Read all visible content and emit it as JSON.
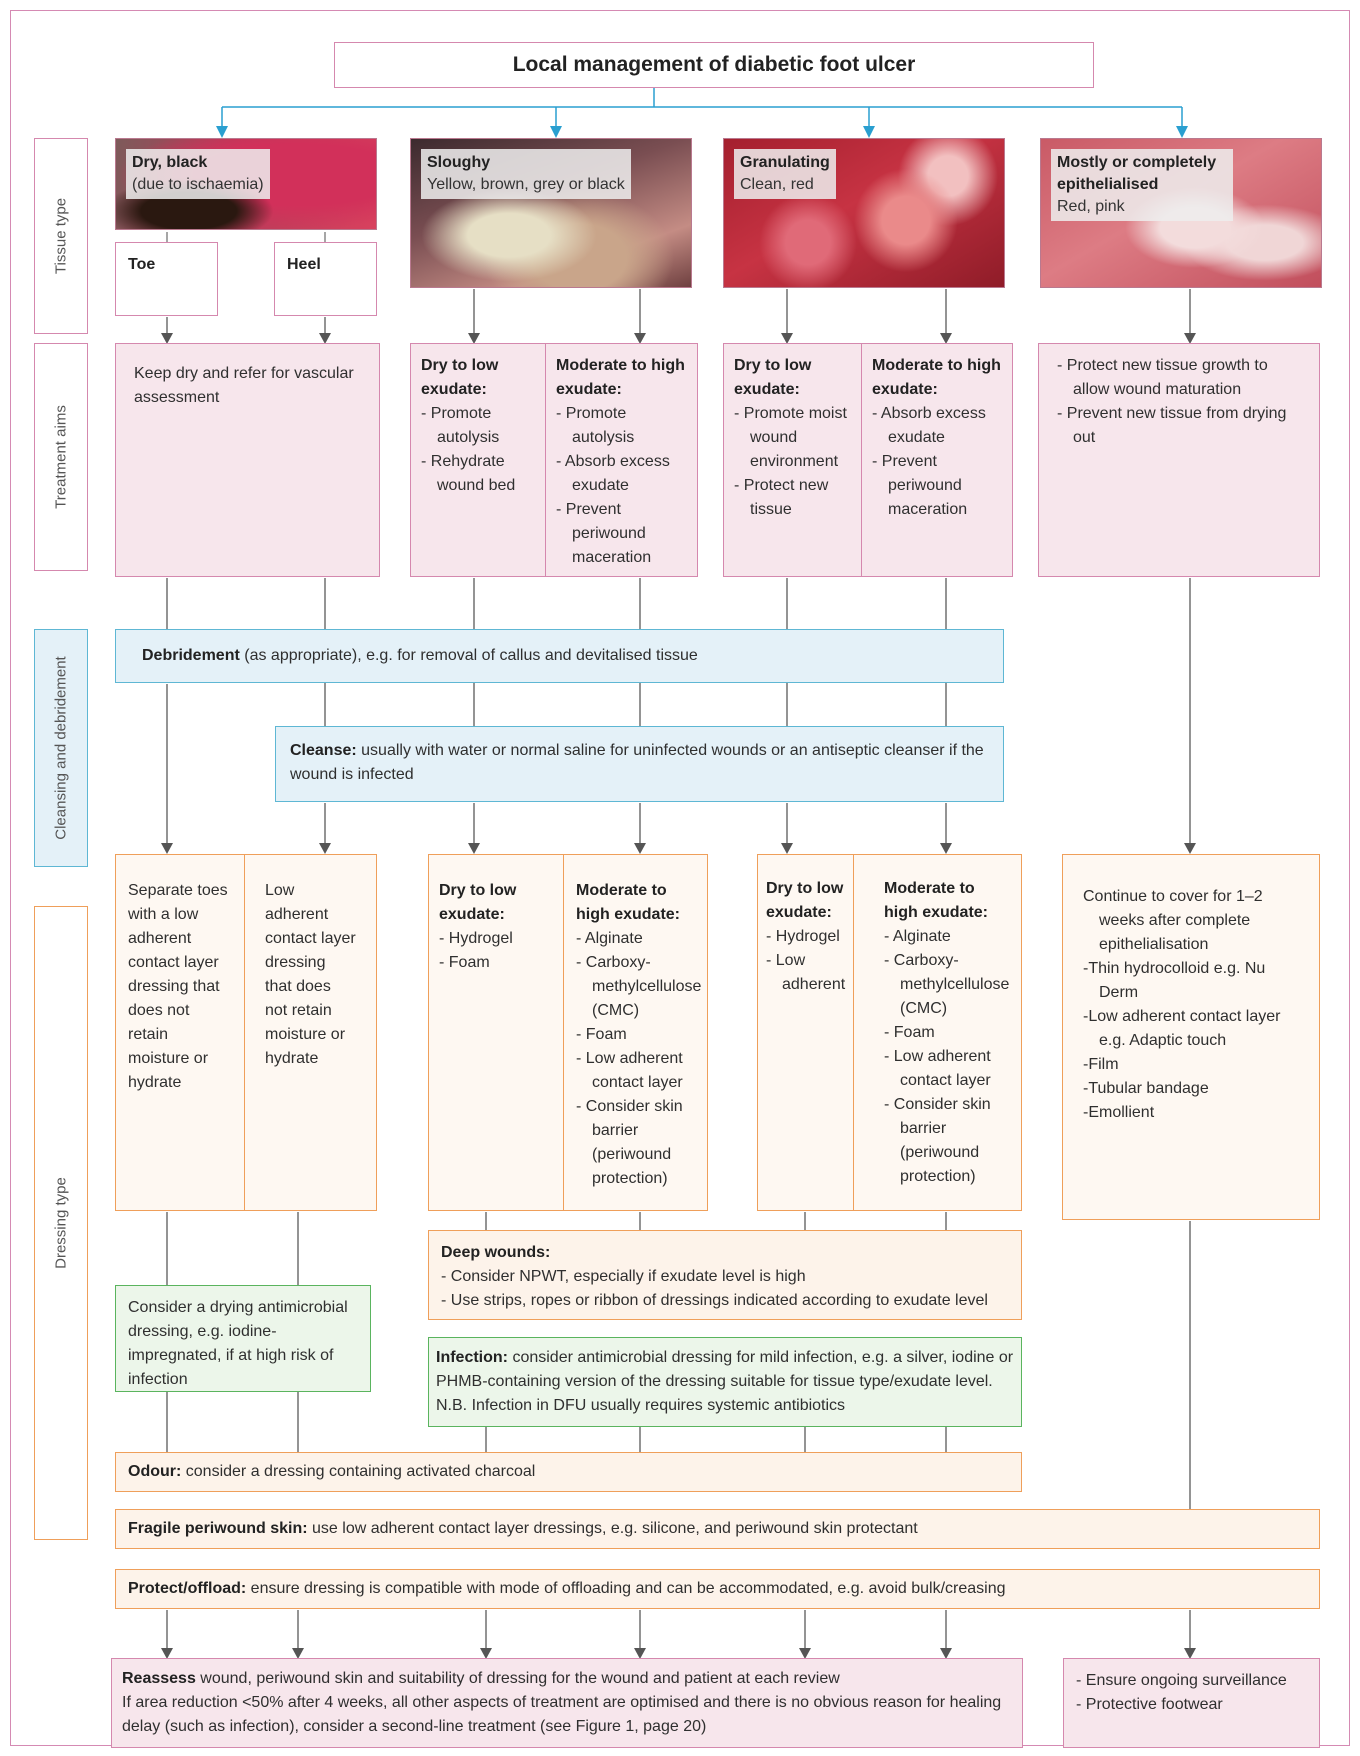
{
  "title": "Local management of diabetic foot ulcer",
  "row_labels": {
    "tissue": "Tissue type",
    "aims": "Treatment aims",
    "cleansing": "Cleansing and debridement",
    "dressing": "Dressing type"
  },
  "tissue": {
    "dry": {
      "title": "Dry, black",
      "sub": "(due to ischaemia)",
      "toe": "Toe",
      "heel": "Heel"
    },
    "sloughy": {
      "title": "Sloughy",
      "sub": "Yellow, brown, grey or black"
    },
    "granulating": {
      "title": "Granulating",
      "sub": "Clean, red"
    },
    "epithelialised": {
      "title": "Mostly or completely epithelialised",
      "sub": "Red, pink"
    }
  },
  "aims": {
    "dry": "Keep dry and refer for vascular assessment",
    "sloughy": {
      "low_head": "Dry to low exudate:",
      "low_items": [
        "- Promote autolysis",
        "- Rehydrate wound bed"
      ],
      "high_head": "Moderate to high exudate:",
      "high_items": [
        "- Promote autolysis",
        "- Absorb excess exudate",
        "- Prevent periwound maceration"
      ]
    },
    "granulating": {
      "low_head": "Dry to low exudate:",
      "low_items": [
        "- Promote moist wound environment",
        "- Protect new tissue"
      ],
      "high_head": "Moderate to high exudate:",
      "high_items": [
        "- Absorb excess exudate",
        "- Prevent periwound maceration"
      ]
    },
    "epithelialised": [
      "- Protect new tissue growth to allow wound maturation",
      "- Prevent new tissue from drying out"
    ]
  },
  "debridement": {
    "bold": "Debridement",
    "text": " (as appropriate), e.g. for removal of callus and devitalised tissue"
  },
  "cleanse": {
    "bold": "Cleanse:",
    "text": " usually with water or normal saline for uninfected wounds or an antiseptic cleanser if the wound is infected"
  },
  "dressing": {
    "toe": "Separate toes with a low adherent contact layer dressing that does not retain moisture or hydrate",
    "heel": "Low adherent contact layer dressing that does not retain moisture or hydrate",
    "sloughy": {
      "low_head": "Dry to low exudate:",
      "low_items": [
        "- Hydrogel",
        "- Foam"
      ],
      "high_head": "Moderate to high exudate:",
      "high_items": [
        "- Alginate",
        "- Carboxy-methylcellulose (CMC)",
        "- Foam",
        "- Low adherent contact layer",
        "- Consider skin barrier (periwound protection)"
      ]
    },
    "granulating": {
      "low_head": "Dry to low exudate:",
      "low_items": [
        "- Hydrogel",
        "- Low adherent"
      ],
      "high_head": "Moderate to high exudate:",
      "high_items": [
        "- Alginate",
        "- Carboxy-methylcellulose (CMC)",
        "- Foam",
        "- Low adherent contact layer",
        "- Consider skin barrier (periwound protection)"
      ]
    },
    "epithelialised": [
      "Continue to cover for 1–2 weeks after complete epithelialisation",
      "-Thin hydrocolloid e.g. Nu Derm",
      "-Low adherent contact layer e.g. Adaptic touch",
      "-Film",
      "-Tubular bandage",
      "-Emollient"
    ]
  },
  "drying": "Consider a drying antimicrobial dressing, e.g. iodine-impregnated, if at high risk of infection",
  "deep": {
    "bold": "Deep wounds:",
    "items": [
      "- Consider NPWT, especially if exudate level is high",
      "- Use strips, ropes or ribbon of dressings indicated according to exudate level"
    ]
  },
  "infection": {
    "bold": "Infection:",
    "text": " consider antimicrobial dressing for mild infection, e.g. a silver, iodine or PHMB-containing version of the dressing suitable for tissue type/exudate level. N.B. Infection in DFU usually requires systemic antibiotics"
  },
  "odour": {
    "bold": "Odour:",
    "text": " consider a dressing containing activated charcoal"
  },
  "fragile": {
    "bold": "Fragile periwound skin:",
    "text": " use low adherent contact layer dressings, e.g. silicone, and periwound skin protectant"
  },
  "offload": {
    "bold": "Protect/offload:",
    "text": " ensure dressing is compatible with mode of offloading and can be accommodated, e.g. avoid bulk/creasing"
  },
  "reassess": {
    "bold": "Reassess",
    "text": " wound, periwound skin and suitability of dressing for the wound and patient at each review",
    "text2": "If area reduction <50% after 4 weeks, all other aspects of treatment are optimised and there is no obvious reason for healing delay (such as infection), consider a second-line treatment (see Figure 1, page 20)"
  },
  "surveillance": [
    "- Ensure ongoing surveillance",
    "- Protective footwear"
  ],
  "colors": {
    "pink": "#f7e6ec",
    "peach": "#fdf3ea",
    "blue": "#e4f1f8",
    "green": "#ecf6ea",
    "arrow_blue": "#2a9fd0",
    "arrow_grey": "#666666"
  }
}
